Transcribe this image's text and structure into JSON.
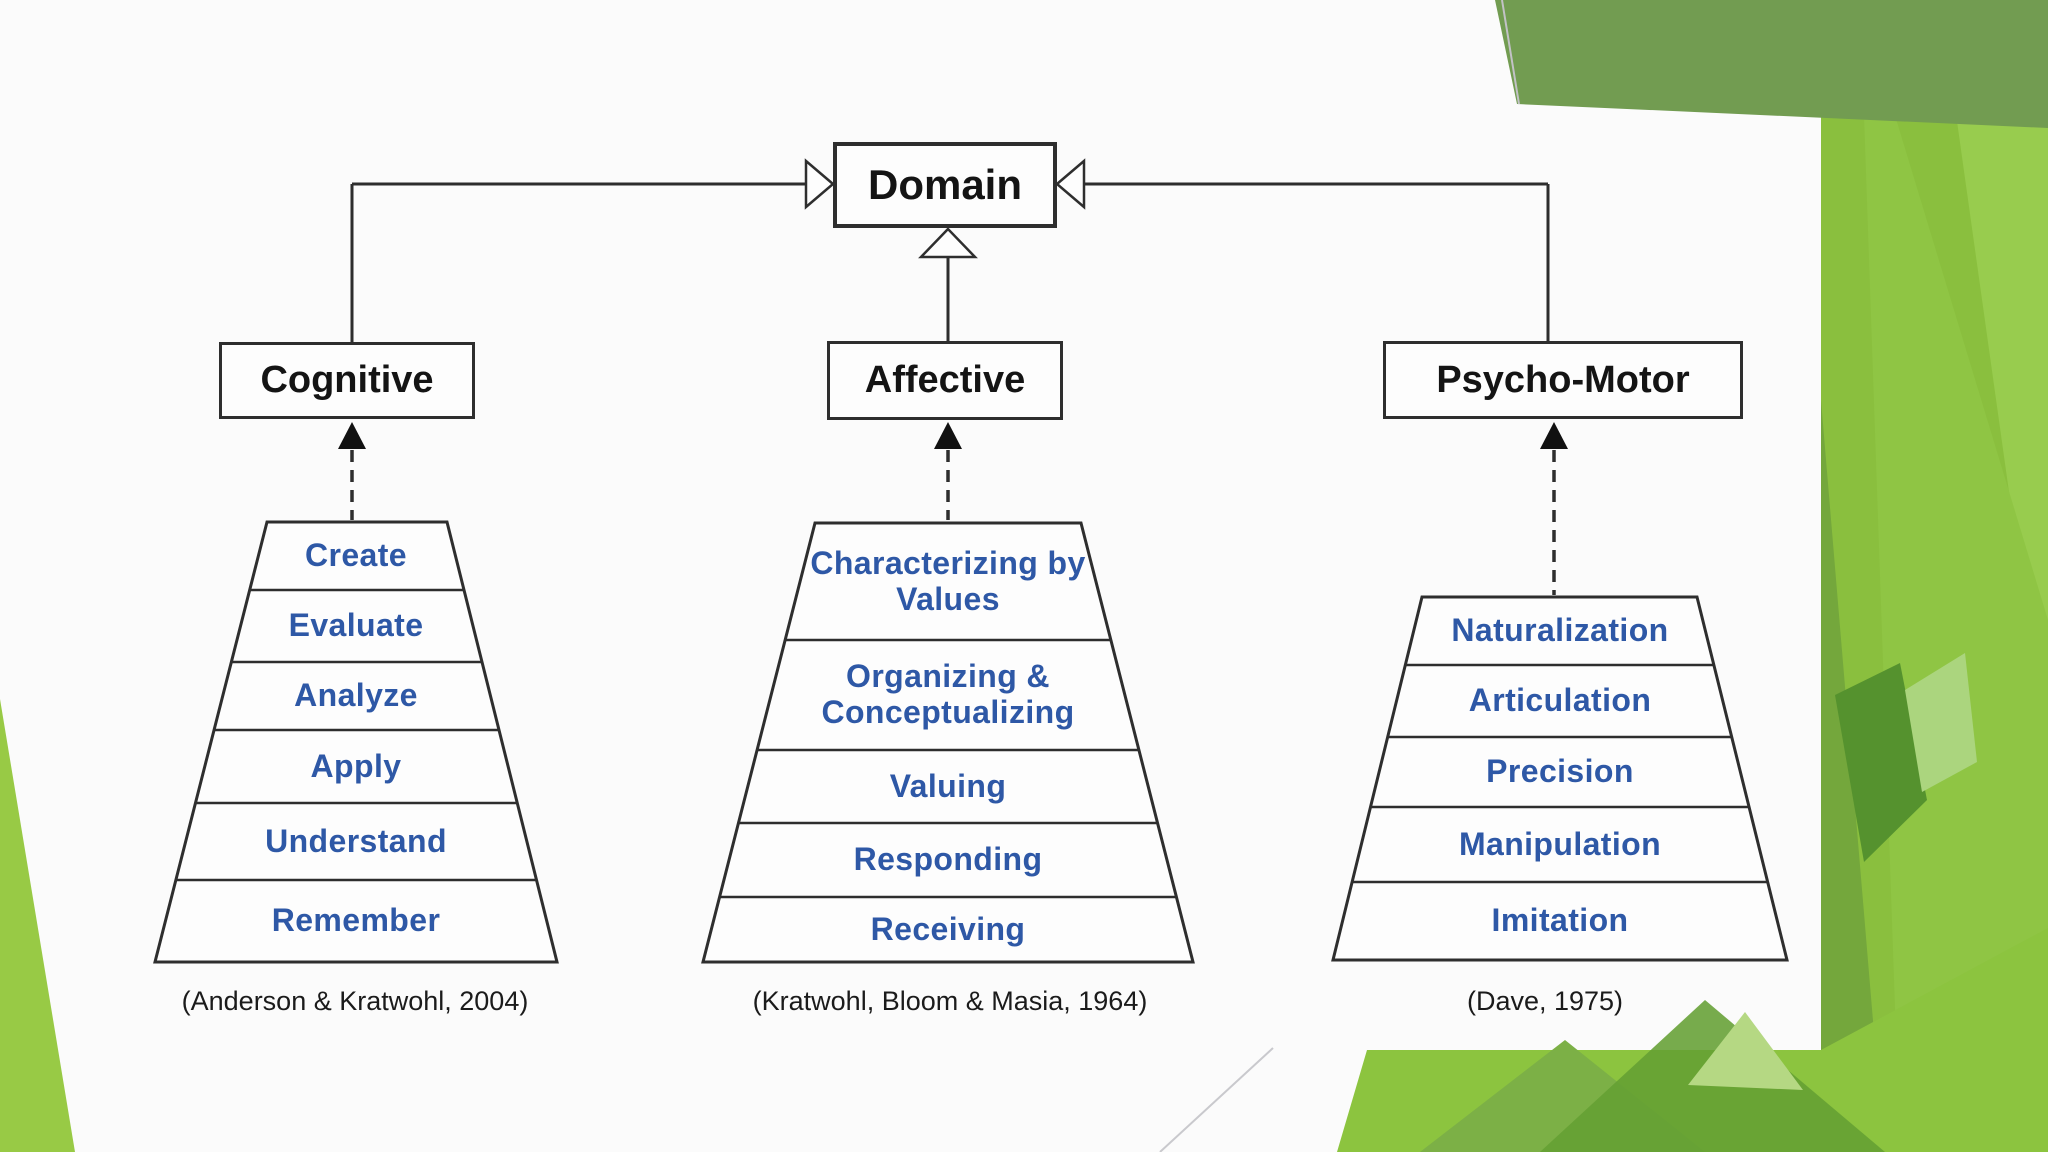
{
  "slide": {
    "background_palette": {
      "white_area": "#fbfbfb",
      "olive_green": "#729c51",
      "bright_green": "#8abf3e",
      "light_green": "#98cc4e",
      "dark_green": "#649f33",
      "level_text_blue": "#2e58a6",
      "line_color": "#2e2e2e"
    },
    "diagram": {
      "root_label": "Domain",
      "branches": [
        {
          "label": "Cognitive",
          "levels": [
            "Create",
            "Evaluate",
            "Analyze",
            "Apply",
            "Understand",
            "Remember"
          ],
          "citation": "(Anderson & Kratwohl, 2004)"
        },
        {
          "label": "Affective",
          "levels": [
            "Characterizing by Values",
            "Organizing & Conceptualizing",
            "Valuing",
            "Responding",
            "Receiving"
          ],
          "citation": "(Kratwohl, Bloom & Masia, 1964)"
        },
        {
          "label": "Psycho-Motor",
          "levels": [
            "Naturalization",
            "Articulation",
            "Precision",
            "Manipulation",
            "Imitation"
          ],
          "citation": "(Dave, 1975)"
        }
      ]
    }
  }
}
